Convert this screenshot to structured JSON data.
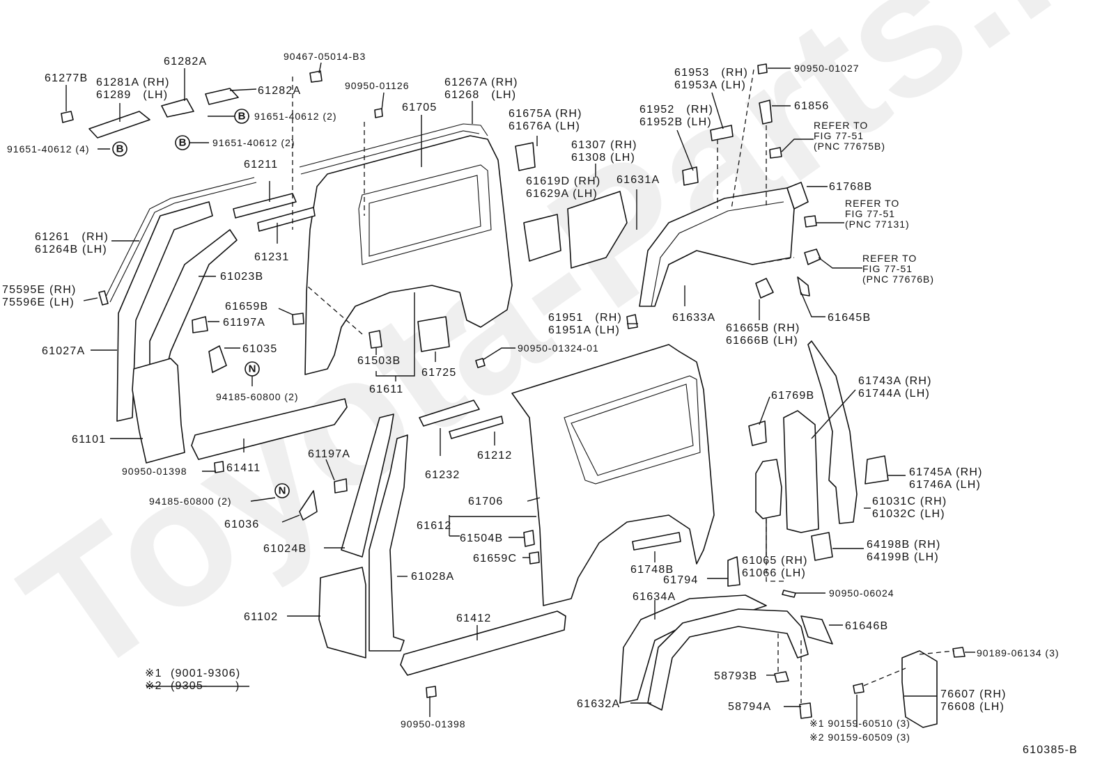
{
  "diagram": {
    "title": "Side member / quarter panel parts diagram",
    "watermark": "Toyota-Parts.ru",
    "figure_code": "610385-B",
    "footnotes": [
      {
        "mark": "※1",
        "range": "(9001-9306)"
      },
      {
        "mark": "※2",
        "range": "(9305-       )"
      }
    ],
    "callout_symbols": {
      "B": "B",
      "N": "N"
    },
    "labels": [
      {
        "id": "l1",
        "lines": [
          "61277B"
        ]
      },
      {
        "id": "l2",
        "lines": [
          "61281A (RH)",
          "61289   (LH)"
        ]
      },
      {
        "id": "l3",
        "lines": [
          "61282A"
        ]
      },
      {
        "id": "l4",
        "lines": [
          "61282A"
        ]
      },
      {
        "id": "l5",
        "lines": [
          "90467-05014-B3"
        ]
      },
      {
        "id": "l6",
        "lines": [
          "91651-40612 (2)"
        ]
      },
      {
        "id": "l7",
        "lines": [
          "91651-40612 (2)"
        ]
      },
      {
        "id": "l8",
        "lines": [
          "91651-40612 (4)"
        ]
      },
      {
        "id": "l9",
        "lines": [
          "90950-01126"
        ]
      },
      {
        "id": "l10",
        "lines": [
          "61705"
        ]
      },
      {
        "id": "l11",
        "lines": [
          "61267A (RH)",
          "61268   (LH)"
        ]
      },
      {
        "id": "l12",
        "lines": [
          "61675A (RH)",
          "61676A (LH)"
        ]
      },
      {
        "id": "l13",
        "lines": [
          "61953   (RH)",
          "61953A (LH)"
        ]
      },
      {
        "id": "l14",
        "lines": [
          "90950-01027"
        ]
      },
      {
        "id": "l15",
        "lines": [
          "61952   (RH)",
          "61952B (LH)"
        ]
      },
      {
        "id": "l16",
        "lines": [
          "61856"
        ]
      },
      {
        "id": "l17",
        "lines": [
          "REFER TO",
          "FIG 77-51",
          "(PNC 77675B)"
        ]
      },
      {
        "id": "l18",
        "lines": [
          "61307 (RH)",
          "61308 (LH)"
        ]
      },
      {
        "id": "l19",
        "lines": [
          "61631A"
        ]
      },
      {
        "id": "l20",
        "lines": [
          "61768B"
        ]
      },
      {
        "id": "l21",
        "lines": [
          "REFER TO",
          "FIG 77-51",
          "(PNC 77131)"
        ]
      },
      {
        "id": "l22",
        "lines": [
          "61619D (RH)",
          "61629A (LH)"
        ]
      },
      {
        "id": "l23",
        "lines": [
          "REFER TO",
          "FIG 77-51",
          "(PNC 77676B)"
        ]
      },
      {
        "id": "l24",
        "lines": [
          "61211"
        ]
      },
      {
        "id": "l25",
        "lines": [
          "61231"
        ]
      },
      {
        "id": "l26",
        "lines": [
          "61261   (RH)",
          "61264B (LH)"
        ]
      },
      {
        "id": "l27",
        "lines": [
          "61023B"
        ]
      },
      {
        "id": "l28",
        "lines": [
          "75595E (RH)",
          "75596E (LH)"
        ]
      },
      {
        "id": "l29",
        "lines": [
          "61659B"
        ]
      },
      {
        "id": "l30",
        "lines": [
          "61197A"
        ]
      },
      {
        "id": "l31",
        "lines": [
          "61027A"
        ]
      },
      {
        "id": "l32",
        "lines": [
          "61035"
        ]
      },
      {
        "id": "l33",
        "lines": [
          "94185-60800 (2)"
        ]
      },
      {
        "id": "l34",
        "lines": [
          "61101"
        ]
      },
      {
        "id": "l35",
        "lines": [
          "61503B"
        ]
      },
      {
        "id": "l36",
        "lines": [
          "61611"
        ]
      },
      {
        "id": "l37",
        "lines": [
          "61725"
        ]
      },
      {
        "id": "l38",
        "lines": [
          "90950-01324-01"
        ]
      },
      {
        "id": "l39",
        "lines": [
          "61951   (RH)",
          "61951A (LH)"
        ]
      },
      {
        "id": "l40",
        "lines": [
          "61633A"
        ]
      },
      {
        "id": "l41",
        "lines": [
          "61665B (RH)",
          "61666B (LH)"
        ]
      },
      {
        "id": "l42",
        "lines": [
          "61645B"
        ]
      },
      {
        "id": "l43",
        "lines": [
          "61411"
        ]
      },
      {
        "id": "l44",
        "lines": [
          "90950-01398"
        ]
      },
      {
        "id": "l45",
        "lines": [
          "61197A"
        ]
      },
      {
        "id": "l46",
        "lines": [
          "94185-60800 (2)"
        ]
      },
      {
        "id": "l47",
        "lines": [
          "61036"
        ]
      },
      {
        "id": "l48",
        "lines": [
          "61024B"
        ]
      },
      {
        "id": "l49",
        "lines": [
          "61232"
        ]
      },
      {
        "id": "l50",
        "lines": [
          "61212"
        ]
      },
      {
        "id": "l51",
        "lines": [
          "61706"
        ]
      },
      {
        "id": "l52",
        "lines": [
          "61612"
        ]
      },
      {
        "id": "l53",
        "lines": [
          "61504B"
        ]
      },
      {
        "id": "l54",
        "lines": [
          "61659C"
        ]
      },
      {
        "id": "l55",
        "lines": [
          "61028A"
        ]
      },
      {
        "id": "l56",
        "lines": [
          "61102"
        ]
      },
      {
        "id": "l57",
        "lines": [
          "61769B"
        ]
      },
      {
        "id": "l58",
        "lines": [
          "61743A (RH)",
          "61744A (LH)"
        ]
      },
      {
        "id": "l59",
        "lines": [
          "61745A (RH)",
          "61746A (LH)"
        ]
      },
      {
        "id": "l60",
        "lines": [
          "61031C (RH)",
          "61032C (LH)"
        ]
      },
      {
        "id": "l61",
        "lines": [
          "64198B (RH)",
          "64199B (LH)"
        ]
      },
      {
        "id": "l62",
        "lines": [
          "61065 (RH)",
          "61066 (LH)"
        ]
      },
      {
        "id": "l63",
        "lines": [
          "61748B"
        ]
      },
      {
        "id": "l64",
        "lines": [
          "61794"
        ]
      },
      {
        "id": "l65",
        "lines": [
          "90950-06024"
        ]
      },
      {
        "id": "l66",
        "lines": [
          "61634A"
        ]
      },
      {
        "id": "l67",
        "lines": [
          "61646B"
        ]
      },
      {
        "id": "l68",
        "lines": [
          "61412"
        ]
      },
      {
        "id": "l69",
        "lines": [
          "90189-06134 (3)"
        ]
      },
      {
        "id": "l70",
        "lines": [
          "58793B"
        ]
      },
      {
        "id": "l71",
        "lines": [
          "76607 (RH)",
          "76608 (LH)"
        ]
      },
      {
        "id": "l72",
        "lines": [
          "61632A"
        ]
      },
      {
        "id": "l73",
        "lines": [
          "58794A"
        ]
      },
      {
        "id": "l74",
        "lines": [
          "※1 90159-60510 (3)"
        ]
      },
      {
        "id": "l75",
        "lines": [
          "※2 90159-60509 (3)"
        ]
      },
      {
        "id": "l76",
        "lines": [
          "90950-01398"
        ]
      }
    ]
  }
}
